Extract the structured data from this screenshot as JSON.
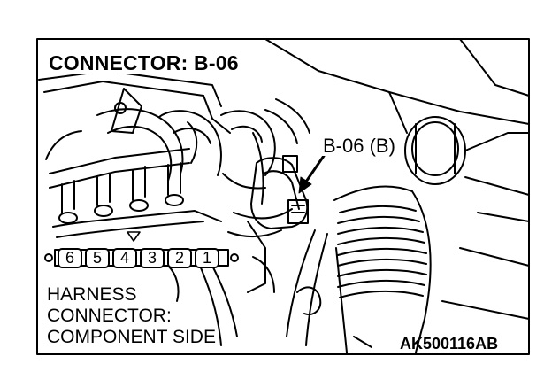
{
  "title": "CONNECTOR: B-06",
  "callout_label": "B-06 (B)",
  "harness_label": [
    "HARNESS",
    "CONNECTOR:",
    "COMPONENT SIDE"
  ],
  "connector_pins": [
    "6",
    "5",
    "4",
    "3",
    "2",
    "1"
  ],
  "figure_code": "AK500116AB",
  "colors": {
    "ink": "#000000",
    "paper": "#ffffff"
  }
}
